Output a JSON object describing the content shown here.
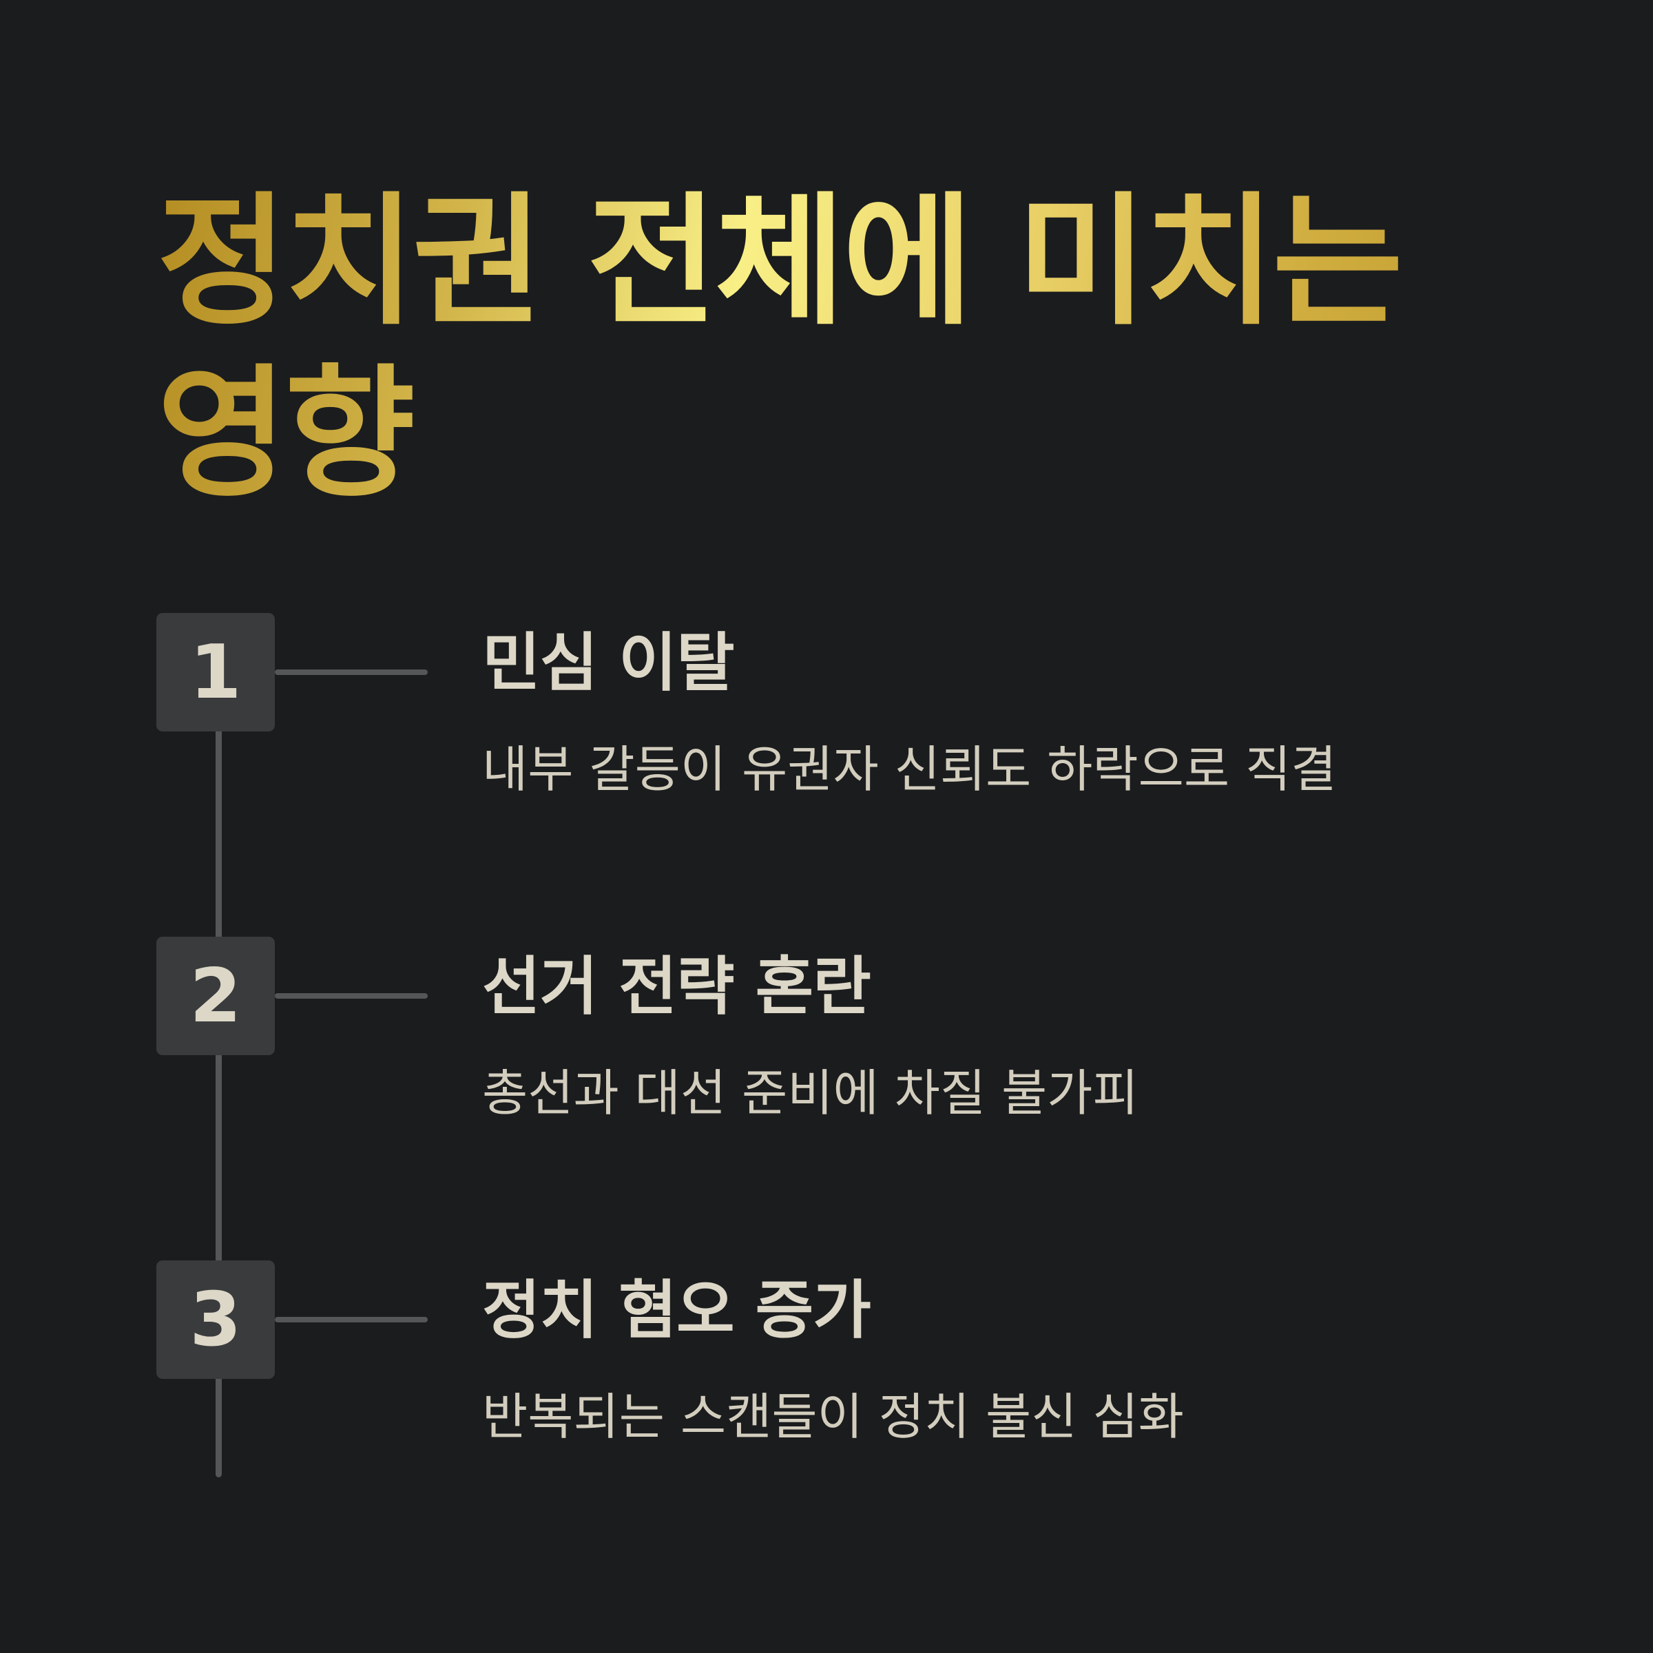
{
  "title": "정치권 전체에 미치는 영향",
  "colors": {
    "background": "#1b1c1e",
    "title_gradient": [
      "#b48d22",
      "#f8ef86",
      "#bf9a2c"
    ],
    "badge": "#3a3b3d",
    "line": "#555658",
    "text": "#dcd7c7"
  },
  "steps": [
    {
      "number": "1",
      "title": "민심 이탈",
      "description": "내부 갈등이 유권자 신뢰도 하락으로 직결"
    },
    {
      "number": "2",
      "title": "선거 전략 혼란",
      "description": "총선과 대선 준비에 차질 불가피"
    },
    {
      "number": "3",
      "title": "정치 혐오 증가",
      "description": "반복되는 스캔들이 정치 불신 심화"
    }
  ]
}
